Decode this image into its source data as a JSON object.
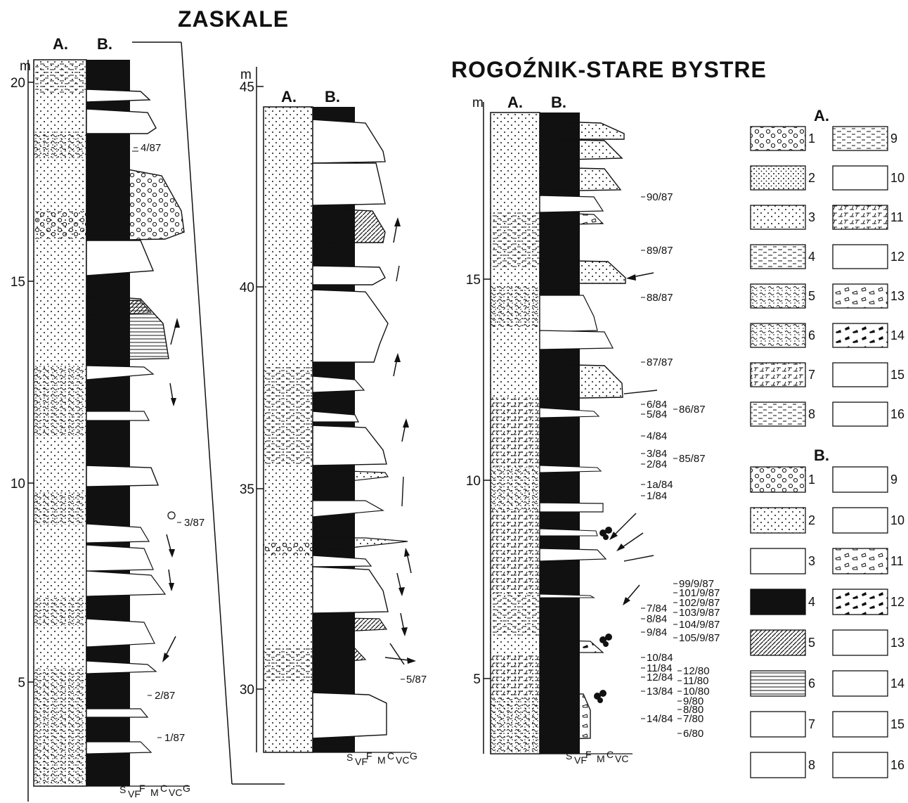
{
  "titles": {
    "zaskale": "ZASKALE",
    "rogoznik": "ROGOŹNIK-STARE BYSTRE"
  },
  "columns": {
    "a": "A.",
    "b": "B.",
    "unit": "m"
  },
  "grain_scale": [
    "S",
    "VF",
    "F",
    "M",
    "C",
    "VC",
    "G"
  ],
  "zaskale_col1": {
    "ticks": [
      "20",
      "15",
      "10",
      "5"
    ],
    "samples": [
      "4/87",
      "3/87",
      "2/87",
      "1/87"
    ]
  },
  "zaskale_col2": {
    "ticks": [
      "45",
      "40",
      "35",
      "30"
    ],
    "samples": [
      "5/87"
    ]
  },
  "rogoznik": {
    "ticks": [
      "15",
      "10",
      "5"
    ],
    "samples_left": [
      "6/84",
      "5/84",
      "4/84",
      "3/84",
      "2/84",
      "1a/84",
      "1/84",
      "7/84",
      "8/84",
      "9/84",
      "10/84",
      "11/84",
      "12/84",
      "13/84",
      "14/84"
    ],
    "samples_right": [
      "90/87",
      "89/87",
      "88/87",
      "87/87",
      "86/87",
      "85/87",
      "99/9/87",
      "101/9/87",
      "102/9/87",
      "103/9/87",
      "104/9/87",
      "105/9/87",
      "12/80",
      "11/80",
      "10/80",
      "9/80",
      "8/80",
      "7/80",
      "6/80"
    ]
  },
  "legend": {
    "a_title": "A.",
    "b_title": "B.",
    "a_items": [
      "1",
      "2",
      "3",
      "4",
      "5",
      "6",
      "7",
      "8",
      "9",
      "10",
      "11",
      "12",
      "13",
      "14",
      "15",
      "16"
    ],
    "b_items": [
      "1",
      "2",
      "3",
      "4",
      "5",
      "6",
      "7",
      "8",
      "9",
      "10",
      "11",
      "12",
      "13",
      "14",
      "15",
      "16"
    ]
  }
}
